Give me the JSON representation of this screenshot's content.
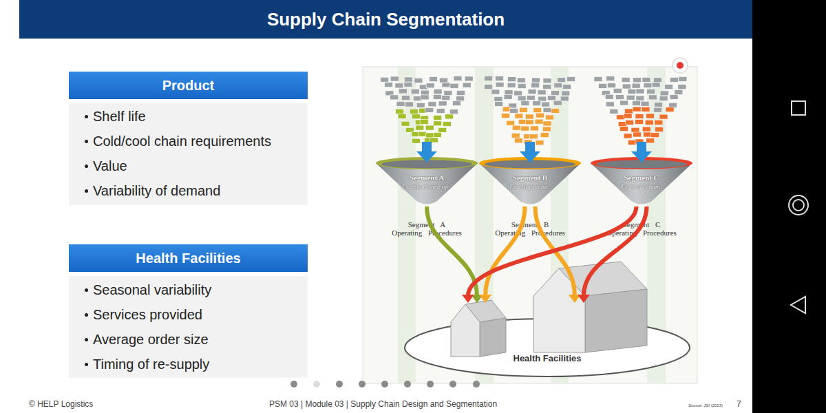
{
  "diagram": {
    "title": "Supply Chain Segmentation",
    "nodes": [
      {
        "text": [
          "Product",
          "Shelf life",
          "Cold/cool chain requirements",
          "Value",
          "Variability of demand"
        ]
      },
      {
        "text": [
          "Health Facilities",
          "Seasonal variability",
          "Services provided",
          "Average order size",
          "Timing of re-supply"
        ]
      },
      {
        "text": [
          "Segment A",
          "Ex. ‘Short shelf life’",
          "Segment A Operating Procedures"
        ]
      },
      {
        "text": [
          "Segment B",
          "Ex. ‘High value’",
          "Segment B Operating Procedures"
        ]
      },
      {
        "text": [
          "Segment C",
          "Ex. ‘Cold chain’",
          "Segment C Operating Procedures"
        ]
      },
      {
        "text": [
          "Health Facilities"
        ]
      }
    ],
    "edges": [
      {
        "from": 2,
        "to": 5,
        "arrow": "to"
      },
      {
        "from": 3,
        "to": 5,
        "arrow": "to"
      },
      {
        "from": 3,
        "to": 5,
        "arrow": "to"
      },
      {
        "from": 4,
        "to": 5,
        "arrow": "to"
      },
      {
        "from": 4,
        "to": 5,
        "arrow": "to"
      }
    ],
    "labels": [
      "© HELP Logistics",
      "PSM 03 | Module 03 | Supply Chain Design and Segmentation",
      "Source: JSI (2013)",
      "7"
    ]
  }
}
